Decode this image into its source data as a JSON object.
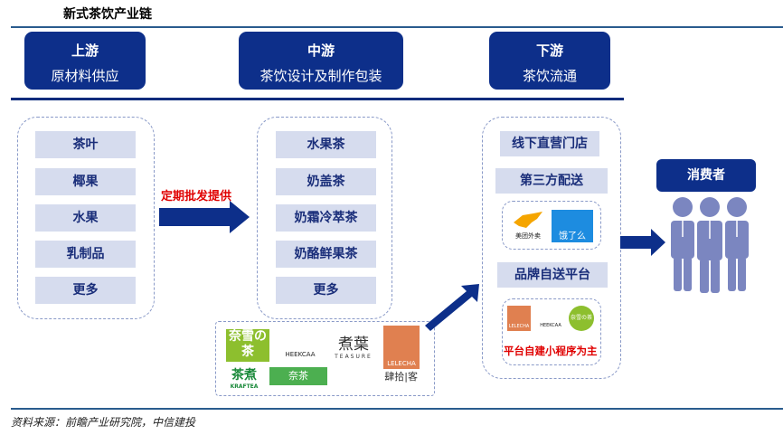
{
  "title": "新式茶饮产业链",
  "source": "资料来源：前瞻产业研究院，中信建投",
  "stages": [
    {
      "name": "上游",
      "desc": "原材料供应"
    },
    {
      "name": "中游",
      "desc": "茶饮设计及制作包装"
    },
    {
      "name": "下游",
      "desc": "茶饮流通"
    }
  ],
  "upstream_items": [
    "茶叶",
    "椰果",
    "水果",
    "乳制品",
    "更多"
  ],
  "arrow_label": "定期批发提供",
  "midstream_items": [
    "水果茶",
    "奶盖茶",
    "奶霜冷萃茶",
    "奶酪鲜果茶",
    "更多"
  ],
  "downstream": {
    "channels": [
      "线下直营门店",
      "第三方配送",
      "品牌自送平台"
    ],
    "delivery_logos": [
      {
        "name": "美团外卖",
        "icon": "meituan-kangaroo-icon"
      },
      {
        "name": "饿了么",
        "icon": "eleme-icon"
      }
    ],
    "brand_logos": [
      "LELECHA",
      "HEEKCAA",
      "奈雪の茶"
    ],
    "brand_note": "平台自建小程序为主"
  },
  "brands": [
    {
      "name": "奈雪の茶"
    },
    {
      "name": "HEEKCAA"
    },
    {
      "name": "煮葉",
      "sub": "TEASURE"
    },
    {
      "name": "LELECHA"
    },
    {
      "name": "茶煮",
      "sub": "KRAFTEA"
    },
    {
      "name": "奈茶"
    },
    {
      "name": "肆拾|客"
    }
  ],
  "consumer": "消费者",
  "colors": {
    "navy": "#0d2f8a",
    "item_bg": "#d6dcee",
    "red": "#e00000",
    "person": "#7b86c0"
  }
}
